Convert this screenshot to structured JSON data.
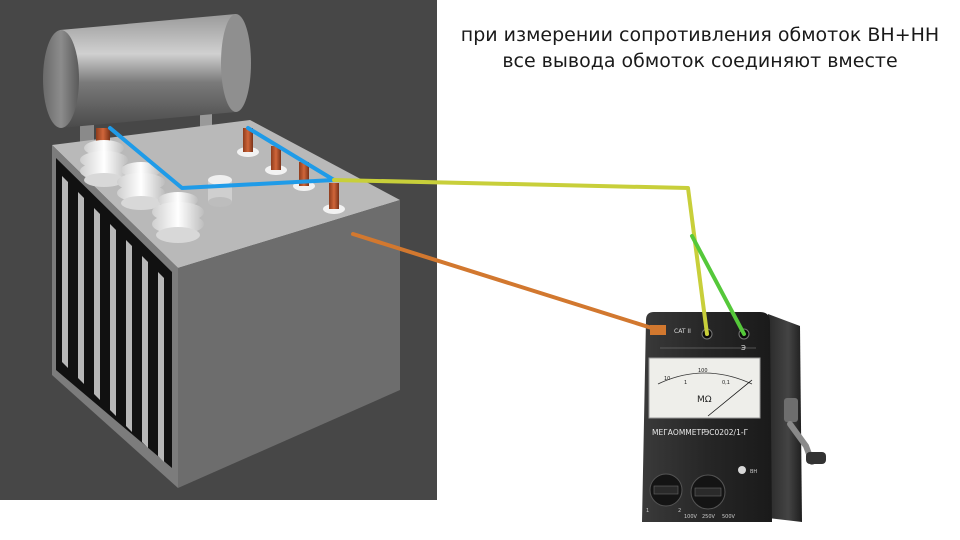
{
  "caption": {
    "line1": "при измерении сопротивления обмоток ВН+НН",
    "line2": "все вывода обмоток соединяют вместе"
  },
  "megohmmeter": {
    "name": "МЕГАОММЕТР",
    "model": "ЭС0202/1-Г",
    "unit": "MΩ",
    "terminal_left": "CAT II",
    "terminal_right": "Э",
    "scale_100": "100",
    "scale_1": "1",
    "scale_10": "10",
    "scale_0_1": "0,1",
    "range_100v": "100V",
    "range_250v": "250V",
    "range_500v": "500V",
    "range_1": "1",
    "range_2": "2",
    "indicator": "ВН"
  },
  "wire_colors": {
    "bridge": "#1f9be8",
    "line": "#c8cf3a",
    "earth": "#d2782f",
    "screen": "#55c83a"
  }
}
